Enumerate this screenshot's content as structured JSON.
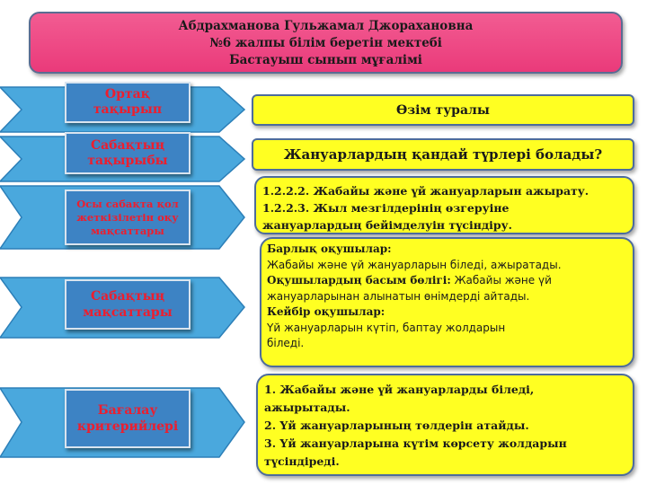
{
  "header": {
    "line1": "Абдрахманова Гульжамал Джорахановна",
    "line2": "№6 жалпы білім беретін мектебі",
    "line3": "Бастауыш сынып мұғалімі"
  },
  "rows": {
    "topic": {
      "label": "Ортақ\nтақырып",
      "value": "Өзім туралы"
    },
    "lesson_topic": {
      "label": "Сабақтың\nтақырыбы",
      "value": "Жануарлардың қандай түрлері болады?"
    },
    "objectives": {
      "label": "Осы сабақта қол\nжеткізілетін оқу\nмақсаттары",
      "line1": "1.2.2.2. Жабайы және үй жануарларын ажырату.",
      "line2": "1.2.2.3. Жыл мезгілдерінің өзгеруіне",
      "line3": "жануарлардың бейімделуін түсіндіру."
    },
    "goals": {
      "label": "Сабақтың\nмақсаттары",
      "all_heading": "Барлық оқушылар:",
      "all_text": "Жабайы және үй жануарларын біледі, ажыратады.",
      "most_heading": "Оқушылардың басым бөлігі:",
      "most_text_1": "Жабайы және үй",
      "most_text_2": "жануарларынан алынатын өнімдерді айтады.",
      "some_heading": "Кейбір оқушылар:",
      "some_text_1": "Үй жануарларын күтіп, баптау жолдарын",
      "some_text_2": "біледі."
    },
    "criteria": {
      "label": "Бағалау\nкритерийлері",
      "line1": "1. Жабайы және үй жануарларды біледі,",
      "line2": "ажырытады.",
      "line3": "2. Үй  жануарларының төлдерін атайды.",
      "line4": "3. Үй жануарларына күтім көрсету жолдарын",
      "line5": "түсіндіреді."
    }
  },
  "colors": {
    "header_bg": "#ea3a7a",
    "ribbon": "#4aa8dd",
    "label_bg": "#3d83c4",
    "label_text": "#ed1e2e",
    "content_bg": "#ffff22"
  }
}
